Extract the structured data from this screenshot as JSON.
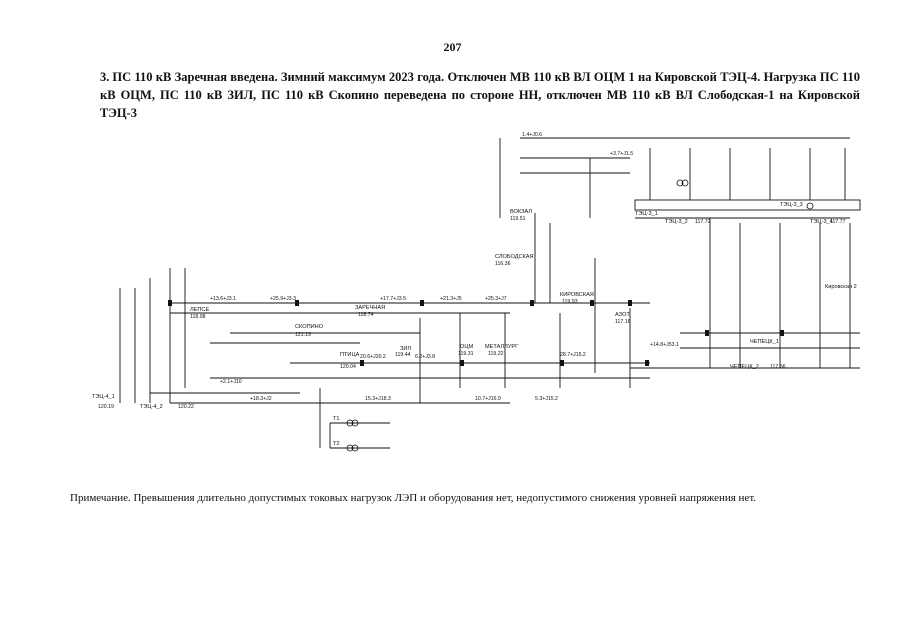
{
  "page": {
    "number": "207",
    "heading_number": "3.",
    "heading": "ПС 110 кВ Заречная введена. Зимний максимум 2023 года. Отключен МВ 110 кВ ВЛ ОЦМ 1 на Кировской ТЭЦ-4. Нагрузка ПС 110 кВ ОЦМ, ПС 110 кВ ЗИЛ, ПС 110 кВ Скопино переведена по стороне НН, отключен МВ 110 кВ ВЛ Слободская-1 на Кировской ТЭЦ-3",
    "note": "Примечание. Превышения длительно допустимых токовых нагрузок ЛЭП и оборудования нет, недопустимого снижения уровней напряжения нет."
  },
  "diagram": {
    "labels": {
      "tec4_1": "ТЭЦ-4_1",
      "tec4_2": "ТЭЦ-4_2",
      "tec3_1": "ТЭЦ-3_1",
      "tec3_2": "ТЭЦ-3_2",
      "tec3_3": "ТЭЦ-3_3",
      "tec3_4": "ТЭЦ-3_4",
      "kirovskaya2": "Кировская 2",
      "chepecka1": "ЧЕПЕЦК_1",
      "chepecka2": "ЧЕПЕЦК_2",
      "zarechnaya": "ЗАРЕЧНАЯ",
      "zarechnaya_val": "118.74",
      "zil": "ЗИЛ",
      "zil_val": "119.44",
      "ocm": "ОЦМ",
      "ocm_val": "119.31",
      "skopino": "СКОПИНО",
      "skopino_val": "121.19",
      "kirovskaya": "КИРОВСКАЯ",
      "kirovskaya_val": "119.93",
      "metallurg": "МЕТАЛЛУРГ",
      "metallurg_val": "119.22",
      "slobodskaya": "СЛОБОДСКАЯ",
      "slobodskaya_val": "116.36",
      "lepse": "ЛЕПСЕ",
      "lepse_val": "118.98",
      "vokzal": "ВОКЗАЛ",
      "vokzal_val": "119.51",
      "azot": "АЗОТ",
      "azot_val": "117.16",
      "ptica": "ПТИЦА",
      "ptica_val": "120.04",
      "t1": "Т1",
      "t2": "Т2",
      "flow_a": "+17.7+J3.5",
      "flow_b": "+25.3+J7",
      "flow_c": "+21.3+J5",
      "flow_d": "+13.6+J3.1",
      "flow_e": "+25.9+J3.3",
      "flow_f": "20.6+J20.2",
      "flow_g": "6.2+J3.8",
      "flow_h": "+3.7+J1.5",
      "flow_i": "1.4+J0.6",
      "flow_j": "28.7+J15.2",
      "flow_k": "+14.8+J53.1",
      "flow_l": "15.3+J18.3",
      "flow_m": "10.7+J16.9",
      "flow_n": "5.3+J15.2",
      "flow_o": "+2.1+J10",
      "flow_p": "+18.3+J2",
      "bus_v1": "117.77",
      "bus_v2": "117.72",
      "bus_v3": "117.56",
      "bus_v4": "120.19",
      "bus_v5": "120.22"
    }
  }
}
